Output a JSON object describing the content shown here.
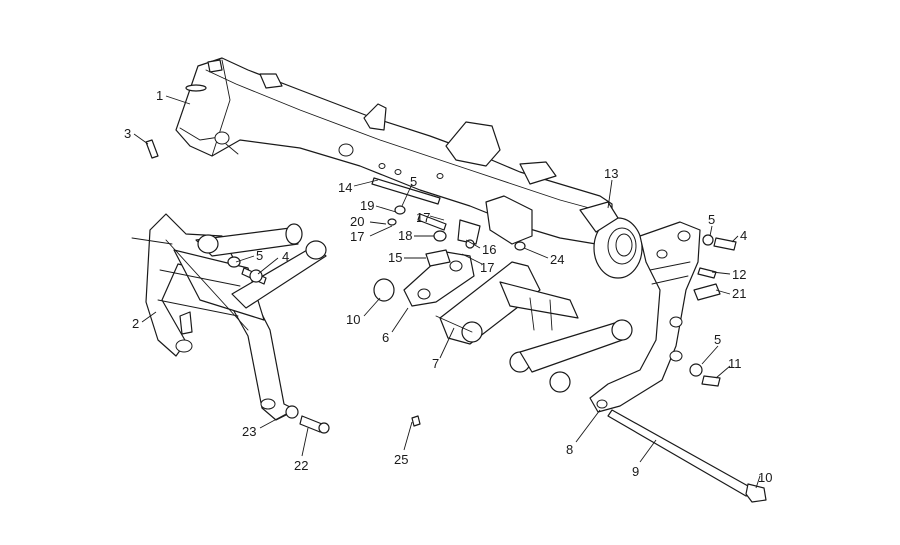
{
  "diagram": {
    "labels": [
      "1",
      "3",
      "2",
      "5",
      "4",
      "14",
      "19",
      "20",
      "17",
      "18",
      "5",
      "17",
      "15",
      "16",
      "17",
      "24",
      "13",
      "5",
      "4",
      "12",
      "21",
      "10",
      "6",
      "7",
      "5",
      "11",
      "23",
      "22",
      "25",
      "8",
      "9",
      "10"
    ]
  }
}
